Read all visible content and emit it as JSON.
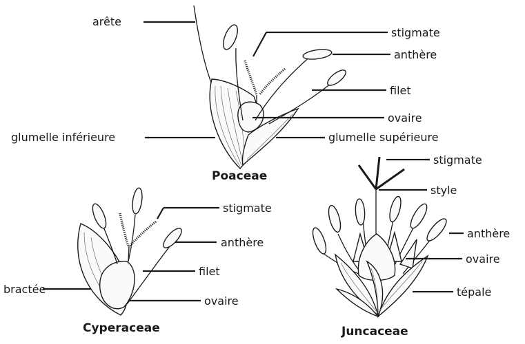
{
  "figures": {
    "poaceae": {
      "title": "Poaceae",
      "labels": {
        "arete": "arête",
        "stigmate": "stigmate",
        "anthere": "anthère",
        "filet": "filet",
        "ovaire": "ovaire",
        "glumelle_inferieure": "glumelle inférieure",
        "glumelle_superieure": "glumelle supérieure"
      }
    },
    "cyperaceae": {
      "title": "Cyperaceae",
      "labels": {
        "stigmate": "stigmate",
        "anthere": "anthère",
        "filet": "filet",
        "bractee": "bractée",
        "ovaire": "ovaire"
      }
    },
    "juncaceae": {
      "title": "Juncaceae",
      "labels": {
        "stigmate": "stigmate",
        "style": "style",
        "anthere": "anthère",
        "ovaire": "ovaire",
        "tepale": "tépale"
      }
    }
  }
}
